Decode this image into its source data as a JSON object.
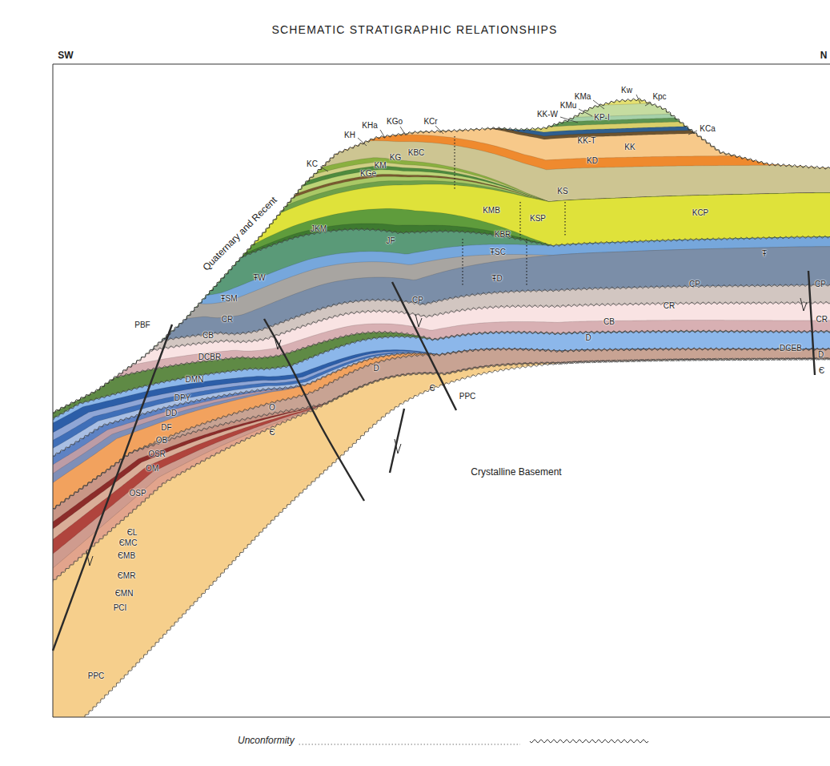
{
  "diagram": {
    "title": "SCHEMATIC STRATIGRAPHIC RELATIONSHIPS",
    "labels": [
      "SW",
      "N",
      "Kw",
      "Kpc",
      "KMa",
      "KMu",
      "KK-W",
      "KP-I",
      "KCa",
      "KK-T",
      "KK",
      "KD",
      "KS",
      "KMB",
      "KSP",
      "KBR",
      "KCP",
      "KHa",
      "KGo",
      "KCr",
      "KH",
      "KBC",
      "KG",
      "KM",
      "KC",
      "KGe",
      "JKM",
      "JF",
      "ŦSC",
      "Ŧ",
      "ŦW",
      "ŦD",
      "CP",
      "CP",
      "ŦSM",
      "CP",
      "CR",
      "CR",
      "CR",
      "PBF",
      "CB",
      "CB",
      "D",
      "DCEB",
      "D",
      "Є",
      "DCBR",
      "D",
      "DMN",
      "DPY",
      "DD",
      "DF",
      "OB",
      "OSR",
      "OM",
      "O",
      "Є",
      "PPC",
      "Є",
      "Crystalline Basement",
      "OSP",
      "ЄL",
      "ЄMC",
      "ЄMB",
      "ЄMR",
      "ЄMN",
      "PCI",
      "PPC",
      "Quaternary and Recent"
    ],
    "legend": [
      {
        "text": "Unconformity"
      }
    ]
  }
}
